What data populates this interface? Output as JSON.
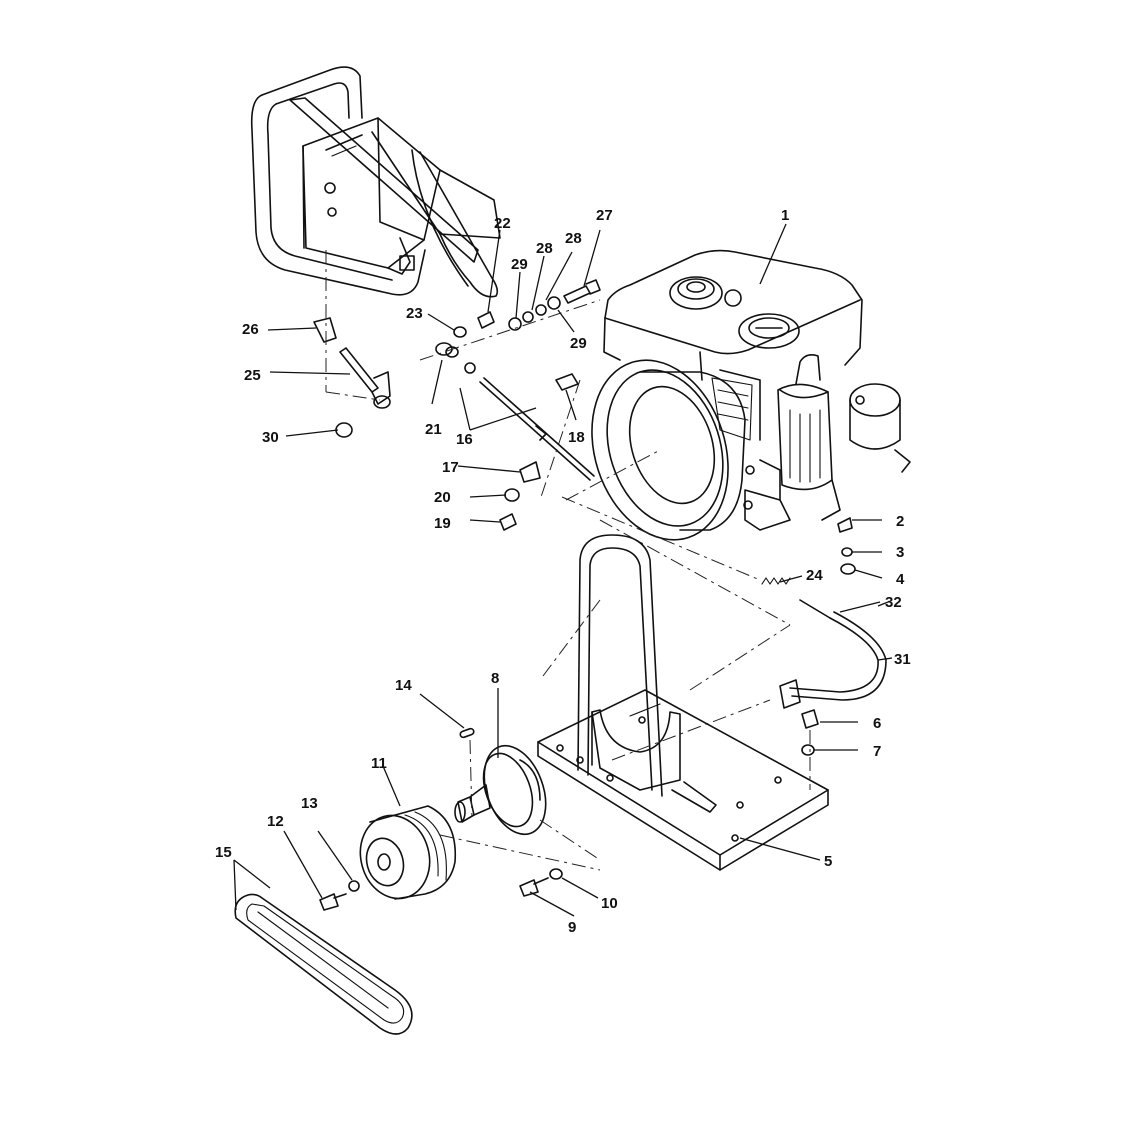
{
  "callouts": [
    {
      "id": "c1",
      "label": "1"
    },
    {
      "id": "c2",
      "label": "2"
    },
    {
      "id": "c3",
      "label": "3"
    },
    {
      "id": "c4",
      "label": "4"
    },
    {
      "id": "c5",
      "label": "5"
    },
    {
      "id": "c6",
      "label": "6"
    },
    {
      "id": "c7",
      "label": "7"
    },
    {
      "id": "c8",
      "label": "8"
    },
    {
      "id": "c9",
      "label": "9"
    },
    {
      "id": "c10",
      "label": "10"
    },
    {
      "id": "c11",
      "label": "11"
    },
    {
      "id": "c12",
      "label": "12"
    },
    {
      "id": "c13",
      "label": "13"
    },
    {
      "id": "c14",
      "label": "14"
    },
    {
      "id": "c15",
      "label": "15"
    },
    {
      "id": "c16",
      "label": "16"
    },
    {
      "id": "c17",
      "label": "17"
    },
    {
      "id": "c18",
      "label": "18"
    },
    {
      "id": "c19",
      "label": "19"
    },
    {
      "id": "c20",
      "label": "20"
    },
    {
      "id": "c21",
      "label": "21"
    },
    {
      "id": "c22",
      "label": "22"
    },
    {
      "id": "c23",
      "label": "23"
    },
    {
      "id": "c24",
      "label": "24"
    },
    {
      "id": "c25",
      "label": "25"
    },
    {
      "id": "c26",
      "label": "26"
    },
    {
      "id": "c27",
      "label": "27"
    },
    {
      "id": "c28a",
      "label": "28"
    },
    {
      "id": "c28b",
      "label": "28"
    },
    {
      "id": "c29a",
      "label": "29"
    },
    {
      "id": "c29b",
      "label": "29"
    },
    {
      "id": "c30",
      "label": "30"
    },
    {
      "id": "c31",
      "label": "31"
    },
    {
      "id": "c32",
      "label": "32"
    }
  ]
}
